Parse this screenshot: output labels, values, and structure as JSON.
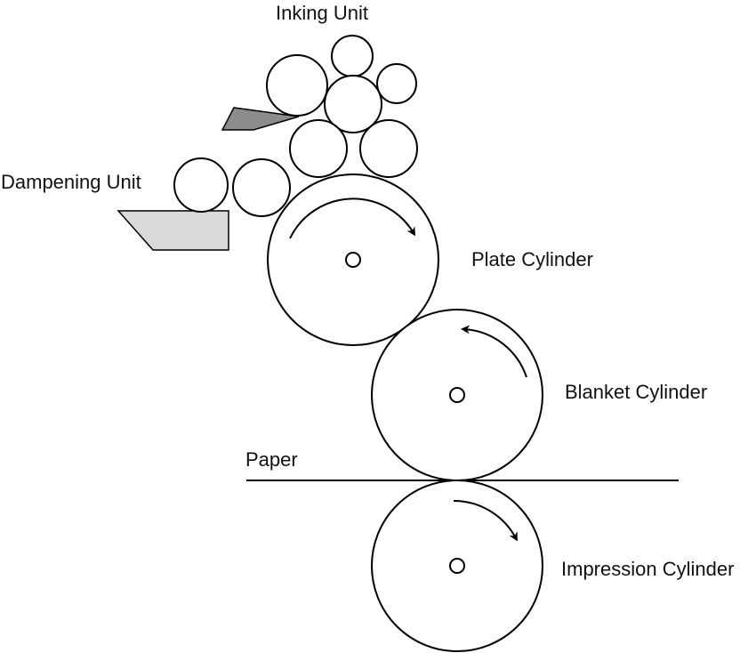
{
  "labels": {
    "inking_unit": "Inking Unit",
    "dampening_unit": "Dampening Unit",
    "plate_cylinder": "Plate Cylinder",
    "blanket_cylinder": "Blanket Cylinder",
    "paper": "Paper",
    "impression_cylinder": "Impression Cylinder"
  },
  "colors": {
    "ink_fountain": "#8c8c8c",
    "dampening_trough": "#d9d9d9",
    "stroke": "#000000"
  }
}
